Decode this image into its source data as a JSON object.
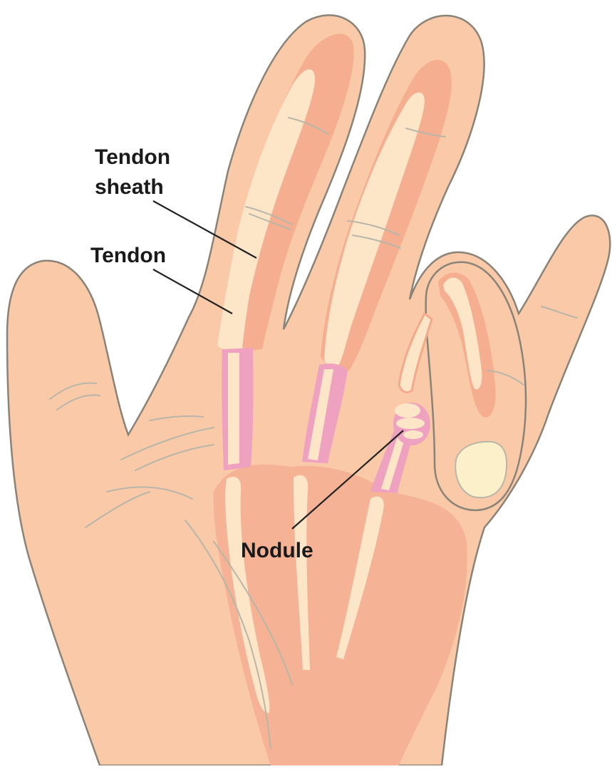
{
  "diagram": {
    "labels": {
      "tendon_sheath_line1": "Tendon",
      "tendon_sheath_line2": "sheath",
      "tendon": "Tendon",
      "nodule": "Nodule"
    },
    "colors": {
      "skin": "#f9c9a8",
      "skin_outline": "#8a8378",
      "sheath": "#f4a98b",
      "palm_shadow": "#f5b295",
      "tendon": "#fde6c8",
      "exposed_tendon_pink": "#efa2bf",
      "crease": "#b8b6a9",
      "nail": "#fbf0c9",
      "leader_line": "#222222",
      "label_text": "#1a1a1a"
    }
  }
}
